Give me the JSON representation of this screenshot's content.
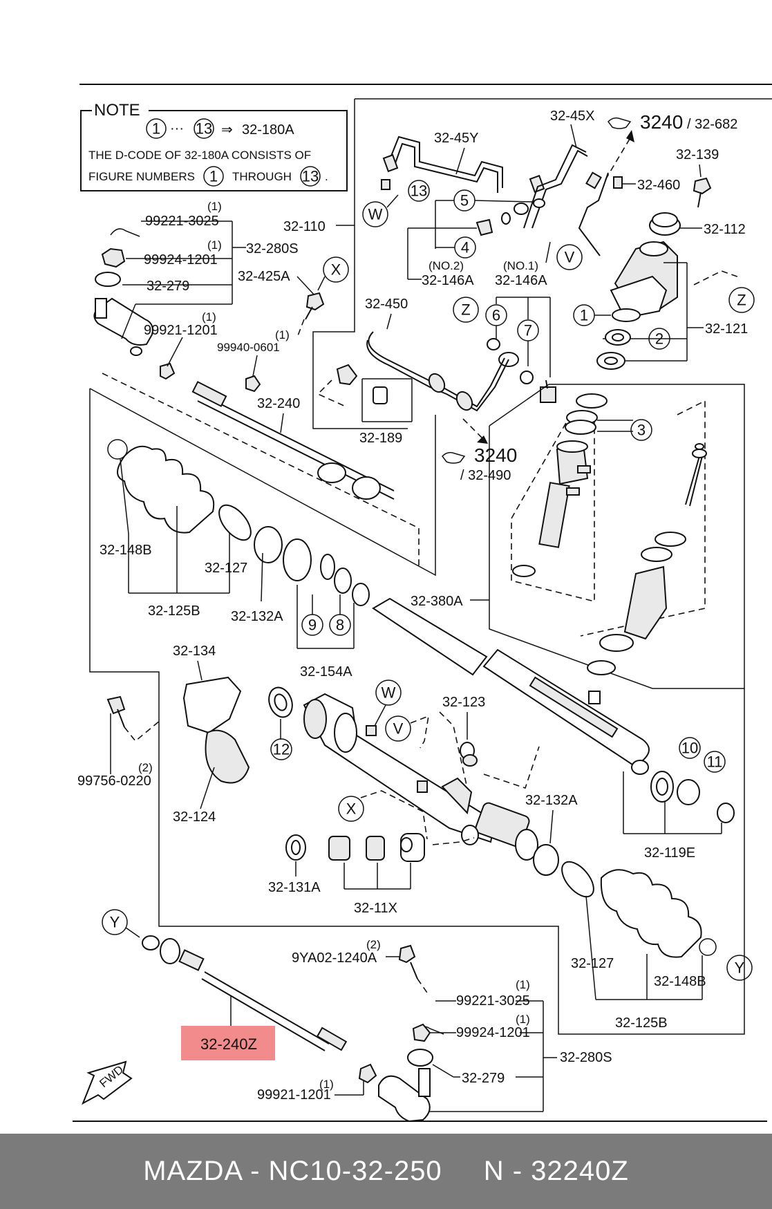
{
  "note": {
    "title": "NOTE",
    "range_start": "1",
    "range_end": "13",
    "arrow": "⇒",
    "dots": "···",
    "target": "32-180A",
    "line2": "THE D-CODE OF 32-180A CONSISTS OF",
    "line3a": "FIGURE NUMBERS",
    "line3b": "THROUGH",
    "line3_end": "."
  },
  "refs": {
    "top_code": "3240",
    "top_sub": "/ 32-682",
    "mid_code": "3240",
    "mid_sub": "/ 32-490"
  },
  "labels": {
    "l_99221_3025_a": "99221-3025",
    "q_99221_3025_a": "(1)",
    "l_99924_1201_a": "99924-1201",
    "q_99924_1201_a": "(1)",
    "l_32_280S_a": "32-280S",
    "l_32_279_a": "32-279",
    "l_99921_1201_a": "99921-1201",
    "q_99921_1201_a": "(1)",
    "l_32_425A": "32-425A",
    "l_99940_0601": "99940-0601",
    "q_99940_0601": "(1)",
    "l_32_110": "32-110",
    "l_32_45Y": "32-45Y",
    "l_32_45X": "32-45X",
    "l_32_460": "32-460",
    "l_32_139": "32-139",
    "l_32_112": "32-112",
    "l_32_146A_a": "32-146A",
    "l_no2": "(NO.2)",
    "l_no1": "(NO.1)",
    "l_32_146A_b": "32-146A",
    "l_32_450": "32-450",
    "l_32_121": "32-121",
    "l_32_189": "32-189",
    "l_32_240_top": "32-240",
    "l_32_148B_a": "32-148B",
    "l_32_127_a": "32-127",
    "l_32_125B_a": "32-125B",
    "l_32_132A_a": "32-132A",
    "l_32_154A": "32-154A",
    "l_32_380A": "32-380A",
    "l_32_134": "32-134",
    "l_32_124": "32-124",
    "l_99756_0220": "99756-0220",
    "q_99756_0220": "(2)",
    "l_32_123": "32-123",
    "l_32_132A_b": "32-132A",
    "l_32_119E": "32-119E",
    "l_32_131A": "32-131A",
    "l_32_11X": "32-11X",
    "l_9YA02": "9YA02-1240A",
    "q_9YA02": "(2)",
    "l_99221_3025_b": "99221-3025",
    "q_99221_3025_b": "(1)",
    "l_99924_1201_b": "99924-1201",
    "q_99924_1201_b": "(1)",
    "l_32_280S_b": "32-280S",
    "l_32_279_b": "32-279",
    "l_99921_1201_b": "99921-1201",
    "q_99921_1201_b": "(1)",
    "l_32_127_b": "32-127",
    "l_32_148B_b": "32-148B",
    "l_32_125B_b": "32-125B",
    "l_highlight": "32-240Z",
    "fwd": "FWD"
  },
  "callouts": {
    "c1": "1",
    "c2": "2",
    "c3": "3",
    "c4": "4",
    "c5": "5",
    "c6": "6",
    "c7": "7",
    "c8": "8",
    "c9": "9",
    "c10": "10",
    "c11": "11",
    "c12": "12",
    "c13": "13",
    "W1": "W",
    "W2": "W",
    "V1": "V",
    "V2": "V",
    "X1": "X",
    "X2": "X",
    "Z1": "Z",
    "Z2": "Z",
    "Y1": "Y",
    "Y2": "Y"
  },
  "footer": {
    "left": "MAZDA - NC10-32-250",
    "right": "N - 32240Z"
  },
  "colors": {
    "highlight": "#f28b8b",
    "footer_bg": "#7b7b7b",
    "line": "#111111"
  }
}
